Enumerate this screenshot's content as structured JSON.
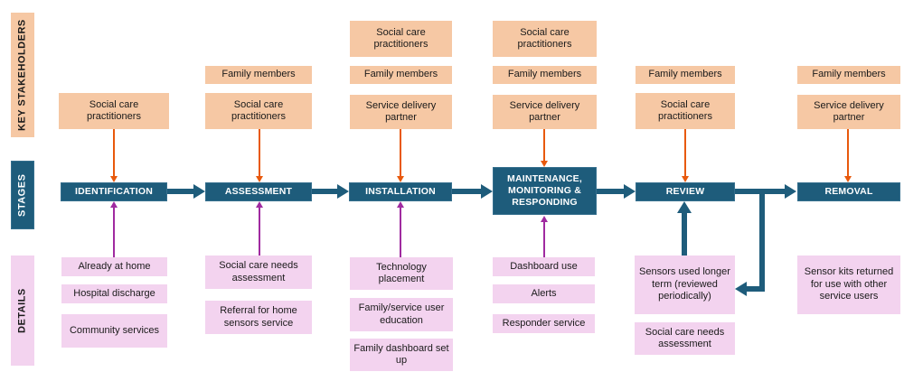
{
  "band_labels": {
    "stakeholders": "KEY STAKEHOLDERS",
    "stages": "STAGES",
    "details": "DETAILS"
  },
  "colors": {
    "stakeholder_fill": "#f6c8a4",
    "detail_fill": "#f3d3ef",
    "stage_fill": "#1e5c7b",
    "flow_arrow": "#1e5c7b",
    "stakeholder_arrow": "#e8590c",
    "detail_arrow": "#a02aa0"
  },
  "columns": [
    {
      "stage": "IDENTIFICATION",
      "stakeholders": [
        "Social care practitioners"
      ],
      "details": [
        "Already at home",
        "Hospital discharge",
        "Community services"
      ]
    },
    {
      "stage": "ASSESSMENT",
      "stakeholders": [
        "Family members",
        "Social care practitioners"
      ],
      "details": [
        "Social care needs assessment",
        "Referral for home sensors service"
      ]
    },
    {
      "stage": "INSTALLATION",
      "stakeholders": [
        "Social care practitioners",
        "Family members",
        "Service delivery partner"
      ],
      "details": [
        "Technology placement",
        "Family/service user education",
        "Family dashboard set up"
      ]
    },
    {
      "stage": "MAINTENANCE, MONITORING & RESPONDING",
      "stakeholders": [
        "Social care practitioners",
        "Family members",
        "Service delivery partner"
      ],
      "details": [
        "Dashboard use",
        "Alerts",
        "Responder service"
      ]
    },
    {
      "stage": "REVIEW",
      "stakeholders": [
        "Family members",
        "Social care practitioners"
      ],
      "details": [
        "Sensors used longer term (reviewed periodically)",
        "Social care needs assessment"
      ]
    },
    {
      "stage": "REMOVAL",
      "stakeholders": [
        "Family members",
        "Service delivery partner"
      ],
      "details": [
        "Sensor kits returned for use with other service users"
      ]
    }
  ]
}
